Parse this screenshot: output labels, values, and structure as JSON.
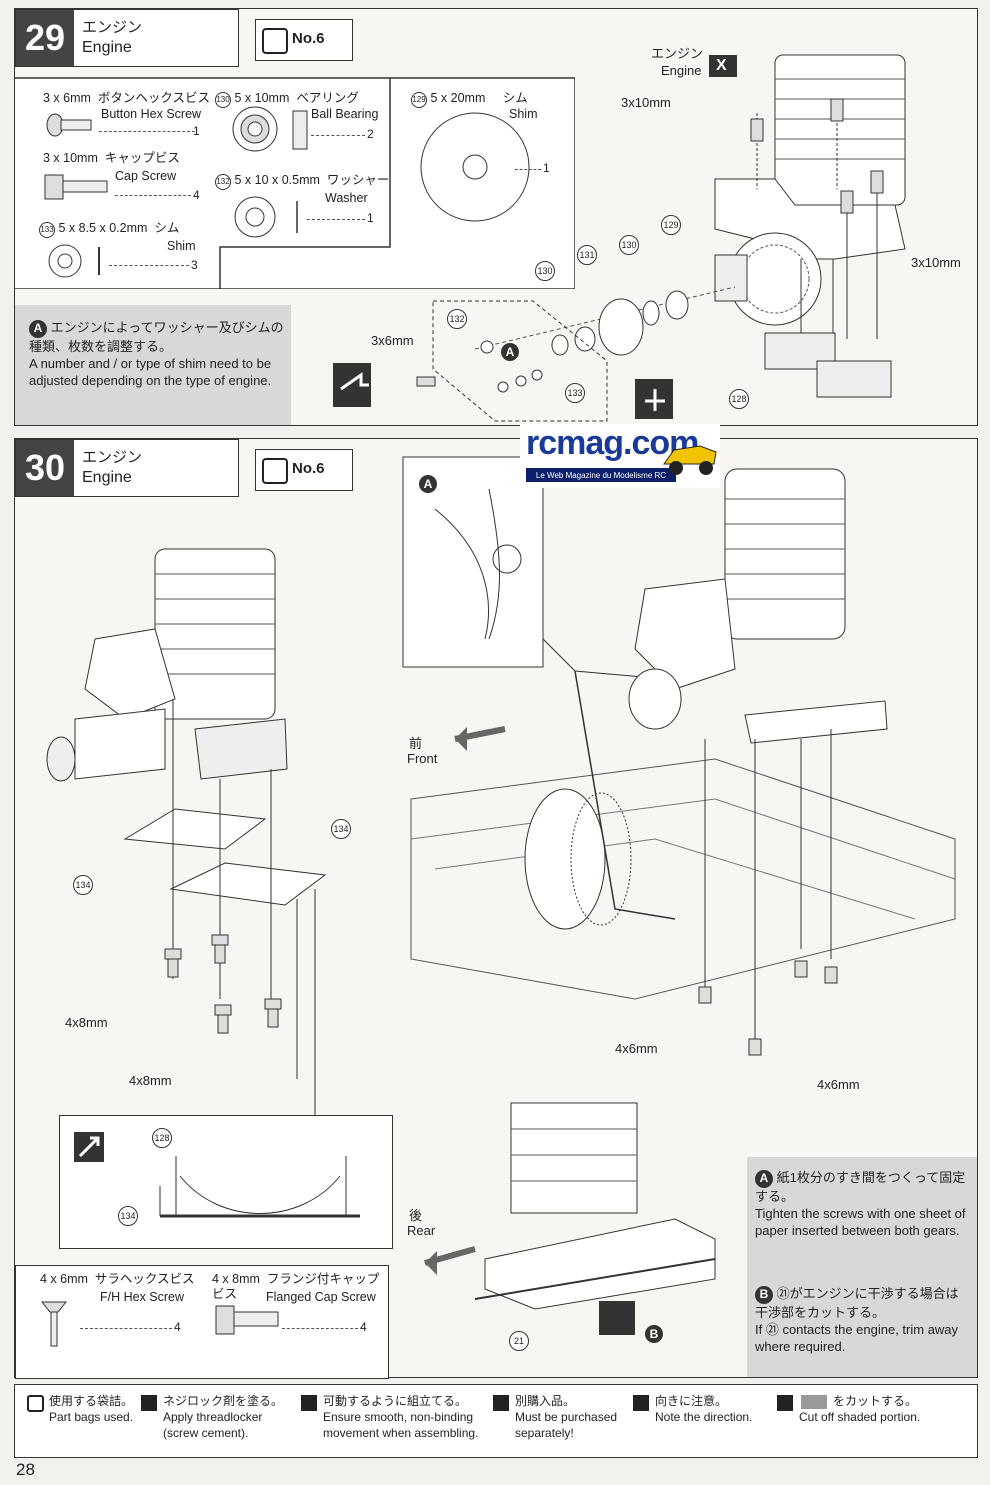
{
  "step29": {
    "number": "29",
    "title_jp": "エンジン",
    "title_en": "Engine",
    "bag": "No.6",
    "parts": [
      {
        "size": "3 x 6mm",
        "jp": "ボタンヘックスビス",
        "en": "Button Hex Screw",
        "qty": "1"
      },
      {
        "size": "3 x 10mm",
        "jp": "キャップビス",
        "en": "Cap Screw",
        "qty": "4"
      },
      {
        "size": "5 x 8.5 x 0.2mm",
        "jp": "シム",
        "en": "Shim",
        "qty": "3",
        "ref": "133"
      },
      {
        "size": "5 x 10mm",
        "jp": "ベアリング",
        "en": "Ball Bearing",
        "qty": "2",
        "ref": "130"
      },
      {
        "size": "5 x 10 x 0.5mm",
        "jp": "ワッシャー",
        "en": "Washer",
        "qty": "1",
        "ref": "132"
      },
      {
        "size": "5 x 20mm",
        "jp": "シム",
        "en": "Shim",
        "qty": "1",
        "ref": "129"
      }
    ],
    "note_a_jp": "エンジンによってワッシャー及びシムの種類、枚数を調整する。",
    "note_a_en": "A number and / or type of shim need to be adjusted depending on the type of engine.",
    "labels": {
      "screw_3x6": "3x6mm",
      "screw_3x10_left": "3x10mm",
      "screw_3x10_right": "3x10mm",
      "engine_jp": "エンジン",
      "engine_en": "Engine",
      "marker_a": "A",
      "marker_x": "X",
      "callouts": [
        "132",
        "133",
        "130",
        "131",
        "130",
        "129",
        "128"
      ]
    }
  },
  "step30": {
    "number": "30",
    "title_jp": "エンジン",
    "title_en": "Engine",
    "bag": "No.6",
    "labels": {
      "screw_4x8_a": "4x8mm",
      "screw_4x8_b": "4x8mm",
      "screw_4x6_a": "4x6mm",
      "screw_4x6_b": "4x6mm",
      "front_jp": "前",
      "front_en": "Front",
      "rear_jp": "後",
      "rear_en": "Rear",
      "callout_134a": "134",
      "callout_134b": "134",
      "callout_128": "128",
      "callout_134c": "134",
      "callout_21": "21",
      "marker_a": "A",
      "marker_b": "B"
    },
    "parts": [
      {
        "size": "4 x 6mm",
        "jp": "サラヘックスビス",
        "en": "F/H Hex Screw",
        "qty": "4"
      },
      {
        "size": "4 x 8mm",
        "jp": "フランジ付キャップビス",
        "en": "Flanged Cap Screw",
        "qty": "4"
      }
    ],
    "note_a_jp": "紙1枚分のすき間をつくって固定する。",
    "note_a_en": "Tighten the screws with one sheet of paper inserted between both gears.",
    "note_b_jp": "㉑がエンジンに干渉する場合は干渉部をカットする。",
    "note_b_en": "If ㉑ contacts the engine, trim away where required."
  },
  "watermark": {
    "title": "rcmag.com",
    "subtitle": "Le Web Magazine du Modelisme RC"
  },
  "legend": [
    {
      "jp": "使用する袋詰。",
      "en": "Part bags used.",
      "icon": "bag-icon"
    },
    {
      "jp": "ネジロック剤を塗る。",
      "en": "Apply threadlocker (screw cement).",
      "icon": "threadlocker-icon"
    },
    {
      "jp": "可動するように組立てる。",
      "en": "Ensure smooth, non-binding movement when assembling.",
      "icon": "smooth-movement-icon"
    },
    {
      "jp": "別購入品。",
      "en": "Must be purchased separately!",
      "icon": "purchase-separately-icon"
    },
    {
      "jp": "向きに注意。",
      "en": "Note the direction.",
      "icon": "direction-icon"
    },
    {
      "jp": "をカットする。",
      "en": "Cut off shaded portion.",
      "icon": "cut-icon"
    }
  ],
  "page_number": "28",
  "colors": {
    "panel_bg": "#f7f6f3",
    "note_bg": "#d8d8d6",
    "dark": "#333333",
    "watermark_blue": "#1a3a9a"
  }
}
